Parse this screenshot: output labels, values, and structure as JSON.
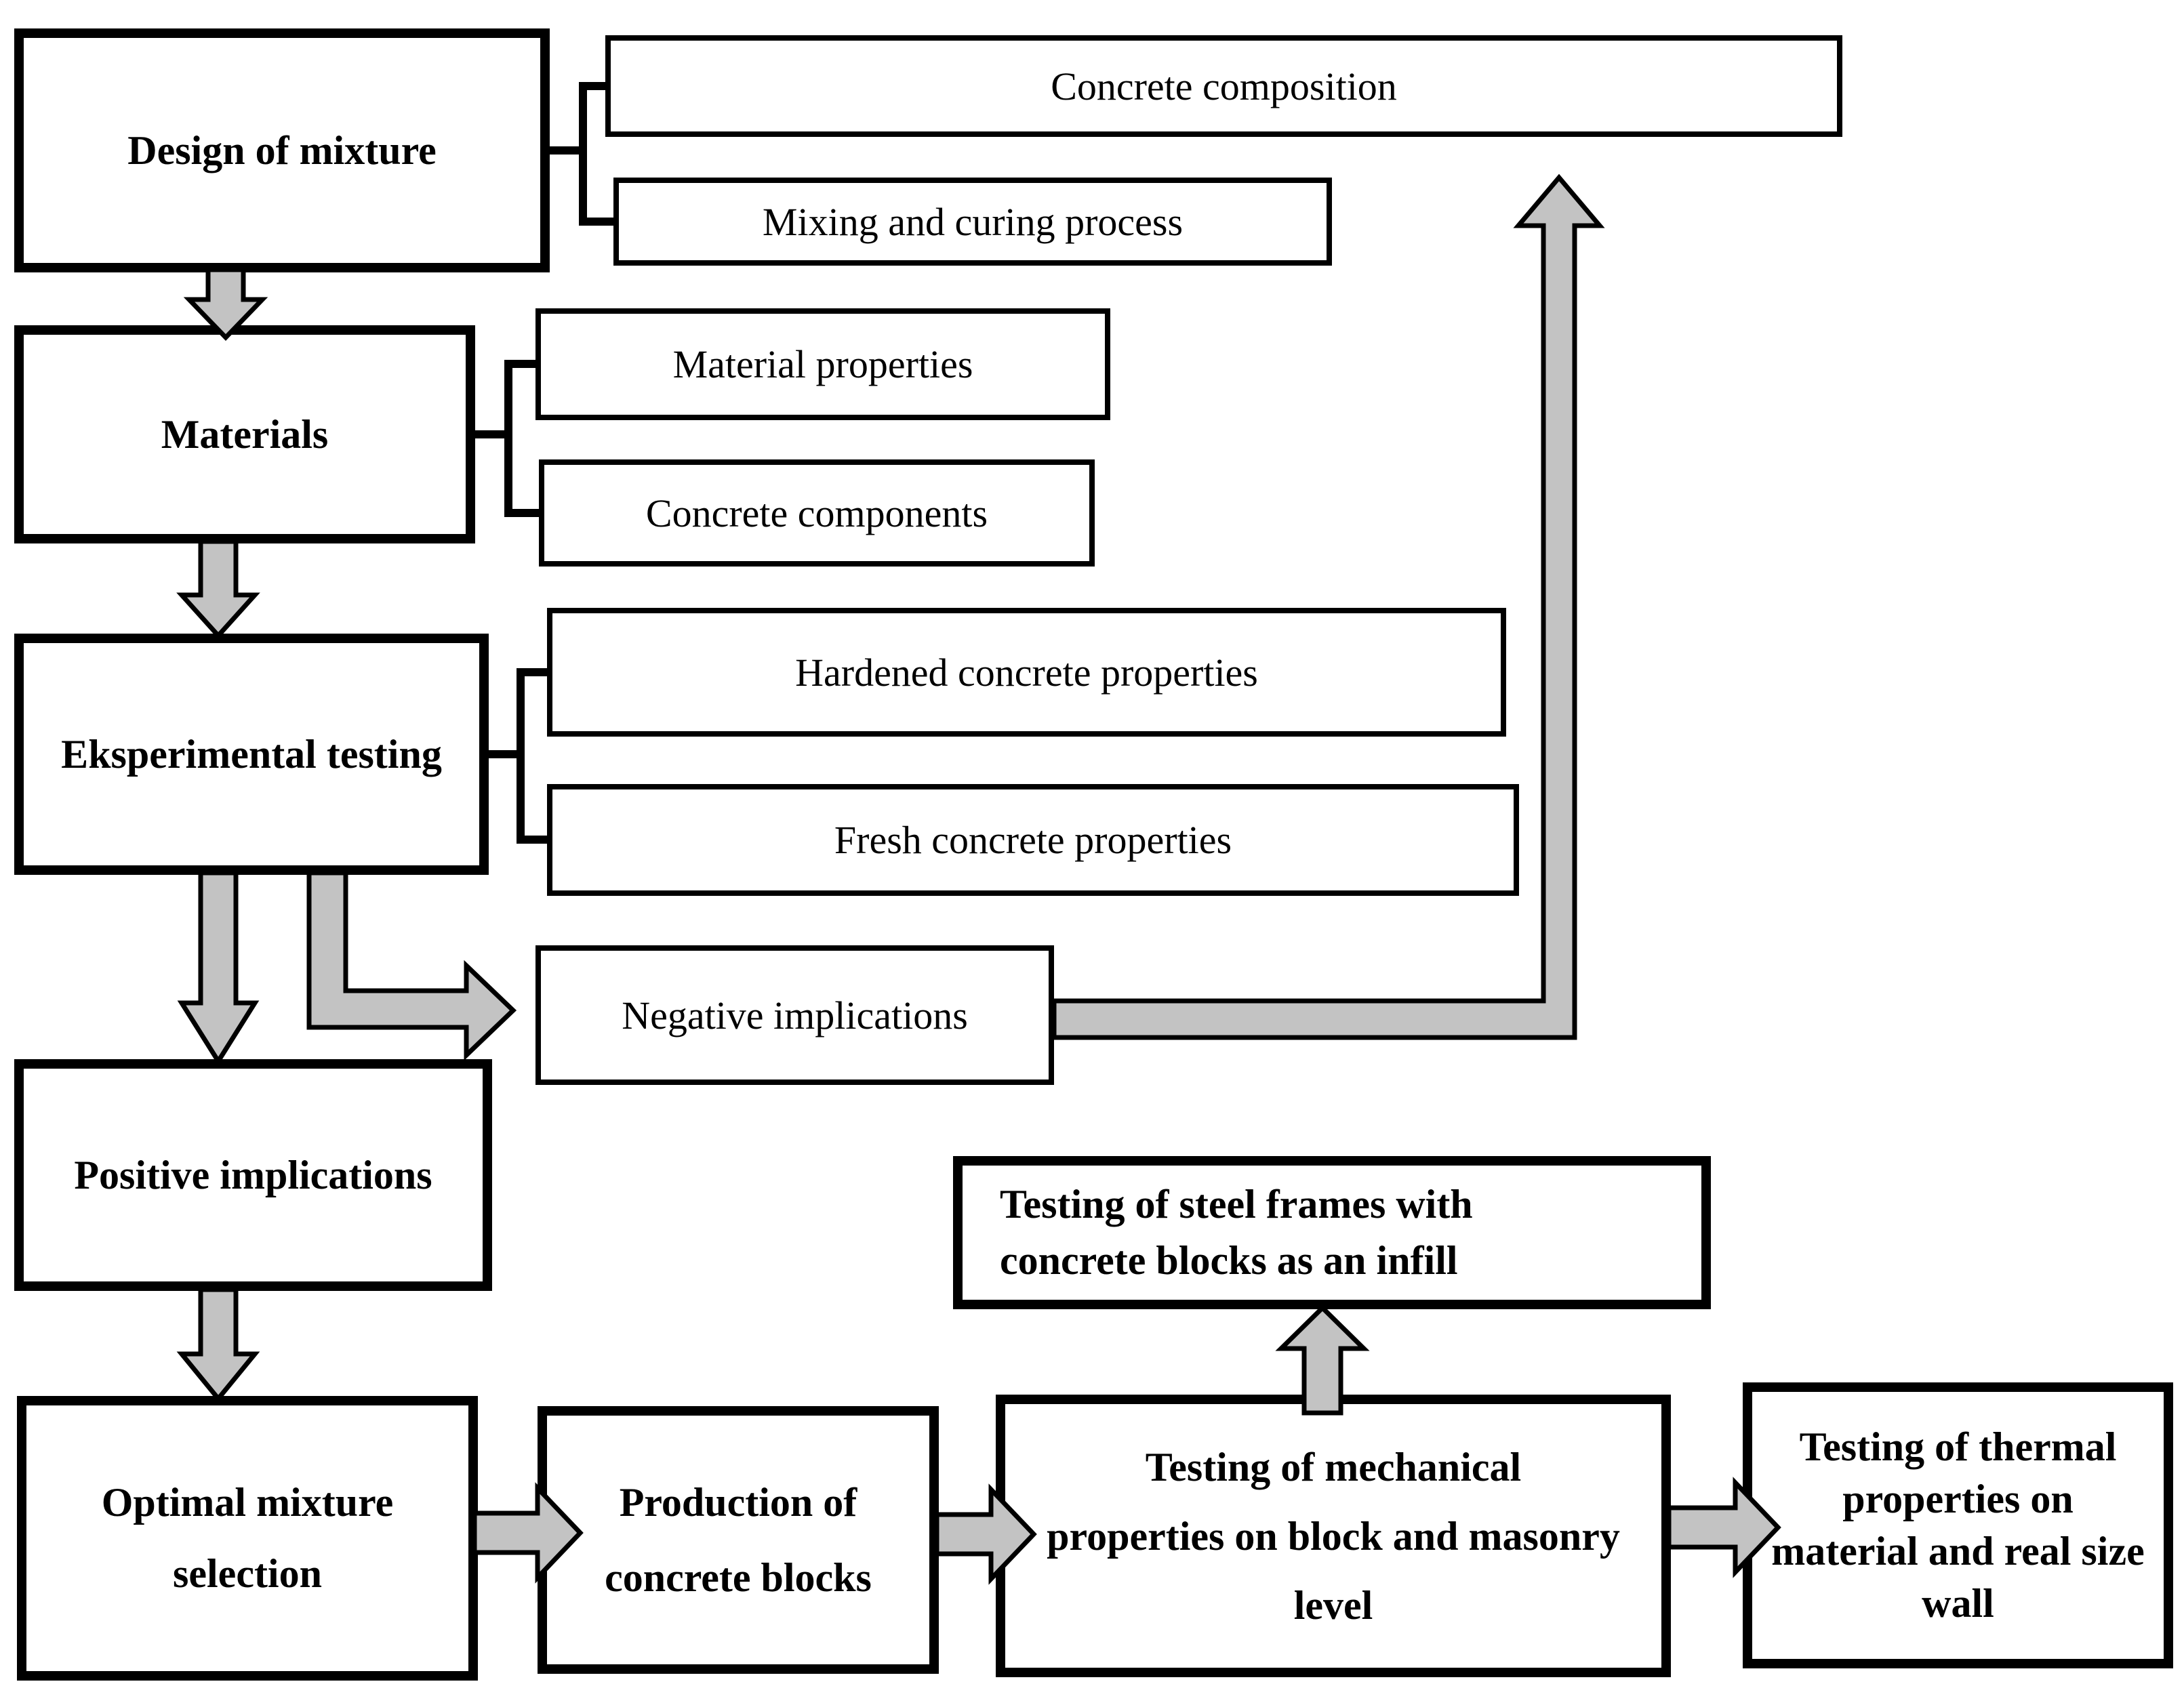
{
  "figure": {
    "type": "flowchart",
    "colors": {
      "background": "#ffffff",
      "box_fill": "#ffffff",
      "line": "#000000",
      "arrow_fill": "#c3c3c3"
    }
  },
  "boxes": {
    "design": {
      "label": "Design of mixture"
    },
    "concrete_composition": {
      "label": "Concrete composition"
    },
    "mixing_curing": {
      "label": "Mixing and curing process"
    },
    "materials": {
      "label": "Materials"
    },
    "material_properties": {
      "label": "Material properties"
    },
    "concrete_components": {
      "label": "Concrete components"
    },
    "eksperimental": {
      "label": "Eksperimental testing"
    },
    "hardened": {
      "label": "Hardened concrete properties"
    },
    "fresh": {
      "label": "Fresh concrete properties"
    },
    "negative": {
      "label": "Negative implications"
    },
    "positive": {
      "label": "Positive implications"
    },
    "steel_frames": {
      "lines": [
        "Testing of steel frames with",
        "concrete blocks as an infill"
      ]
    },
    "optimal": {
      "lines": [
        "Optimal mixture",
        "selection"
      ]
    },
    "production": {
      "lines": [
        "Production of",
        "concrete blocks"
      ]
    },
    "mechanical": {
      "lines": [
        "Testing of mechanical",
        "properties on block and masonry",
        "level"
      ]
    },
    "thermal": {
      "lines": [
        "Testing of thermal",
        "properties on",
        "material and real size",
        "wall"
      ]
    }
  },
  "connectors": [
    {
      "name": "arrow-design-to-materials",
      "type": "block-arrow-down"
    },
    {
      "name": "arrow-materials-to-eksperimental",
      "type": "block-arrow-down"
    },
    {
      "name": "arrow-eksperimental-to-positive",
      "type": "block-arrow-down"
    },
    {
      "name": "arrow-positive-to-optimal",
      "type": "block-arrow-down"
    },
    {
      "name": "arrow-eksperimental-to-negative",
      "type": "block-arrow-elbow-right"
    },
    {
      "name": "arrow-negative-feedback-up",
      "type": "block-arrow-elbow-up"
    },
    {
      "name": "arrow-mechanical-to-steel-frames",
      "type": "block-arrow-up"
    },
    {
      "name": "arrow-optimal-to-production",
      "type": "block-arrow-right"
    },
    {
      "name": "arrow-production-to-mechanical",
      "type": "block-arrow-right"
    },
    {
      "name": "arrow-mechanical-to-thermal",
      "type": "block-arrow-right"
    },
    {
      "name": "bracket-design-to-subboxes",
      "type": "bracket"
    },
    {
      "name": "bracket-materials-to-subboxes",
      "type": "bracket"
    },
    {
      "name": "bracket-eksperimental-to-subboxes",
      "type": "bracket"
    }
  ]
}
